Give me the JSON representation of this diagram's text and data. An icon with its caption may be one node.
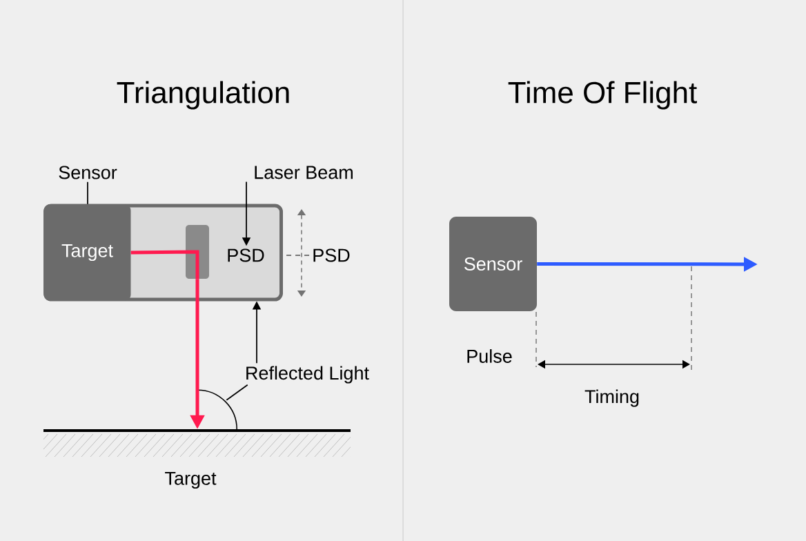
{
  "diagram": {
    "nodes": [
      {
        "text": [
          "Sensor"
        ]
      },
      {
        "text": [],
        "shape": "box"
      },
      {
        "text": [
          "Target"
        ],
        "in": 1
      },
      {
        "text": [],
        "shape": "box",
        "in": 1
      },
      {
        "text": [
          "PSD"
        ],
        "in": 1
      },
      {
        "text": [
          "Laser Beam"
        ]
      },
      {
        "text": [
          "PSD"
        ]
      },
      {
        "text": [
          "Reflected Light"
        ]
      },
      {
        "text": [],
        "shape": "bar"
      },
      {
        "text": [
          "Sensor"
        ]
      },
      {
        "text": [],
        "shape": "arc"
      }
    ],
    "edges": [
      {
        "from": 0,
        "to": 2,
        "arrow": "none"
      },
      {
        "from": 5,
        "to": 4,
        "arrow": "to"
      },
      {
        "from": 6,
        "to": 1,
        "arrow": "none",
        "style": "dashed",
        "color": "#777777"
      },
      {
        "from": 7,
        "to": 1,
        "arrow": "to"
      },
      {
        "from": 7,
        "to": 10,
        "arrow": "none"
      },
      {
        "from": 2,
        "to": 3,
        "arrow": "none",
        "style": "thick",
        "color": "#ff1a4f"
      },
      {
        "from": 3,
        "to": 8,
        "arrow": "to",
        "style": "thick",
        "color": "#ff1a4f"
      },
      {
        "from": 9,
        "to": null,
        "arrow": "to",
        "style": "thick",
        "color": "#2d5bff"
      }
    ],
    "labels": [
      "Triangulation",
      "Time Of Flight",
      "Target",
      "Pulse",
      "Timing"
    ]
  }
}
